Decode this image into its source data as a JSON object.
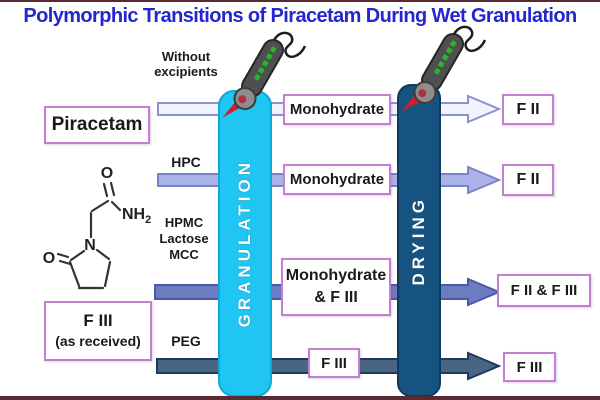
{
  "title": "Polymorphic Transitions of Piracetam During Wet Granulation",
  "left_panel": {
    "drug_name": "Piracetam",
    "initial_form": "F III",
    "initial_form_note": "(as received)"
  },
  "chemistry": {
    "carbonyl_o": "O",
    "amide_nh": "NH",
    "amide_h_count": "2",
    "ring_n": "N",
    "ring_o": "O"
  },
  "process_bars": {
    "granulation": "GRANULATION",
    "drying": "DRYING"
  },
  "rows": [
    {
      "excipient_lines": [
        "Without",
        "excipients"
      ],
      "intermediate_lines": [
        "Monohydrate"
      ],
      "final": "F II",
      "arrow_fill": "#f2f4fd"
    },
    {
      "excipient_lines": [
        "HPC"
      ],
      "intermediate_lines": [
        "Monohydrate"
      ],
      "final": "F II",
      "arrow_fill": "#a9b3e7"
    },
    {
      "excipient_lines": [
        "HPMC",
        "Lactose",
        "MCC"
      ],
      "intermediate_lines": [
        "Monohydrate",
        "& F III"
      ],
      "final": "F II & F III",
      "arrow_fill": "#6d7bc1"
    },
    {
      "excipient_lines": [
        "PEG"
      ],
      "intermediate_lines": [
        "F III"
      ],
      "final": "F III",
      "arrow_fill": "#4a6582"
    }
  ],
  "colors": {
    "title": "#2327cf",
    "box_border": "#c47fd1",
    "granulation_bar": "#1fc5f3",
    "drying_bar": "#175381",
    "frame": "#5a2a33"
  }
}
